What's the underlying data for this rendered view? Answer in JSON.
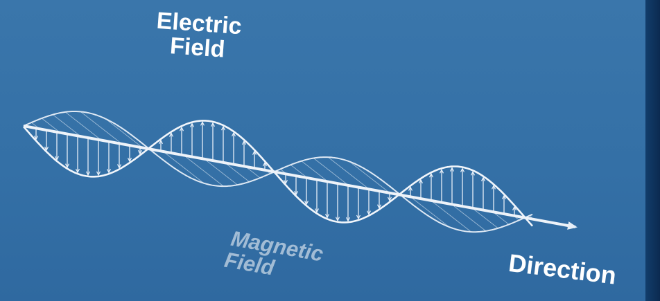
{
  "labels": {
    "electric_line1": "Electric",
    "electric_line2": "Field",
    "magnetic_line1": "Magnetic",
    "magnetic_line2": "Field",
    "direction": "Direction"
  },
  "colors": {
    "background": "#3470a6",
    "edge": "#0c2f57",
    "lines": "#ffffff"
  }
}
